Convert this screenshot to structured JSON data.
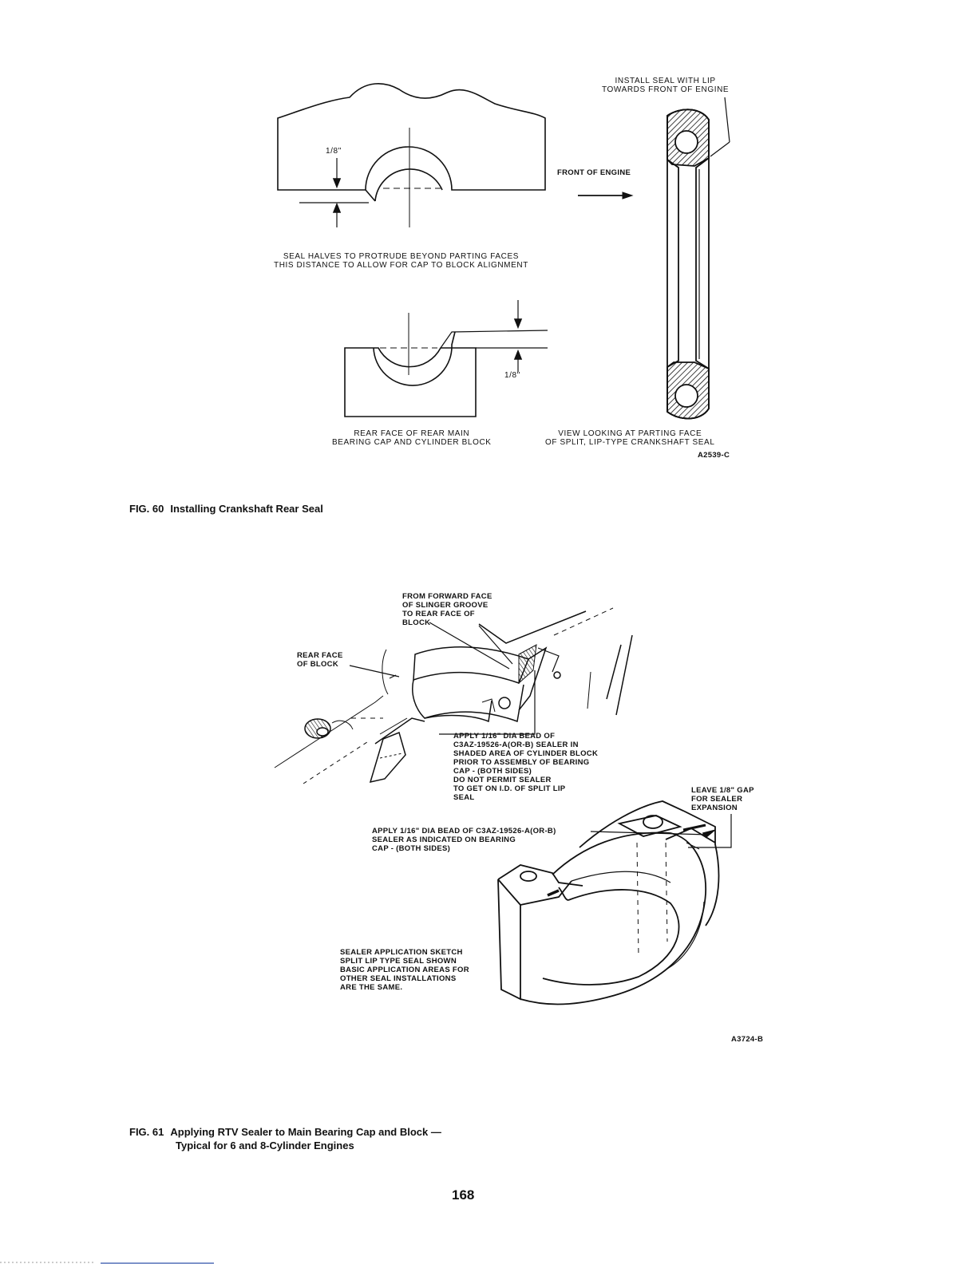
{
  "fig60": {
    "labels": {
      "install_seal": "INSTALL SEAL WITH LIP\nTOWARDS FRONT OF ENGINE",
      "front_of_engine": "FRONT OF ENGINE",
      "dim_top": "1/8\"",
      "seal_halves": "SEAL HALVES TO PROTRUDE BEYOND PARTING FACES\nTHIS DISTANCE TO ALLOW FOR CAP TO BLOCK ALIGNMENT",
      "dim_bottom": "1/8\"",
      "rear_face": "REAR FACE OF REAR MAIN\nBEARING CAP AND CYLINDER BLOCK",
      "view_looking": "VIEW LOOKING AT PARTING FACE\nOF SPLIT, LIP-TYPE CRANKSHAFT SEAL",
      "code": "A2539-C"
    },
    "caption_number": "FIG. 60",
    "caption_text": "Installing Crankshaft Rear Seal"
  },
  "fig61": {
    "labels": {
      "from_forward_face": "FROM FORWARD FACE\nOF SLINGER GROOVE\nTO REAR FACE OF\nBLOCK",
      "rear_face_block": "REAR FACE\nOF BLOCK",
      "apply_block": "APPLY 1/16\" DIA BEAD OF\nC3AZ-19526-A(OR-B) SEALER IN\nSHADED AREA OF CYLINDER BLOCK\nPRIOR TO ASSEMBLY OF BEARING\nCAP - (BOTH SIDES)\nDO NOT PERMIT SEALER\nTO GET ON I.D. OF SPLIT LIP\nSEAL",
      "leave_gap": "LEAVE 1/8\" GAP\nFOR SEALER\nEXPANSION",
      "apply_cap": "APPLY 1/16\" DIA BEAD OF C3AZ-19526-A(OR-B)\nSEALER AS INDICATED ON BEARING\nCAP - (BOTH SIDES)",
      "sketch_note": "SEALER APPLICATION SKETCH\nSPLIT LIP TYPE SEAL SHOWN\nBASIC APPLICATION AREAS FOR\nOTHER SEAL INSTALLATIONS\nARE THE SAME.",
      "code": "A3724-B"
    },
    "caption_number": "FIG. 61",
    "caption_line1": "Applying RTV Sealer to Main Bearing Cap and Block —",
    "caption_line2": "Typical for 6 and 8-Cylinder Engines"
  },
  "page_number": "168"
}
